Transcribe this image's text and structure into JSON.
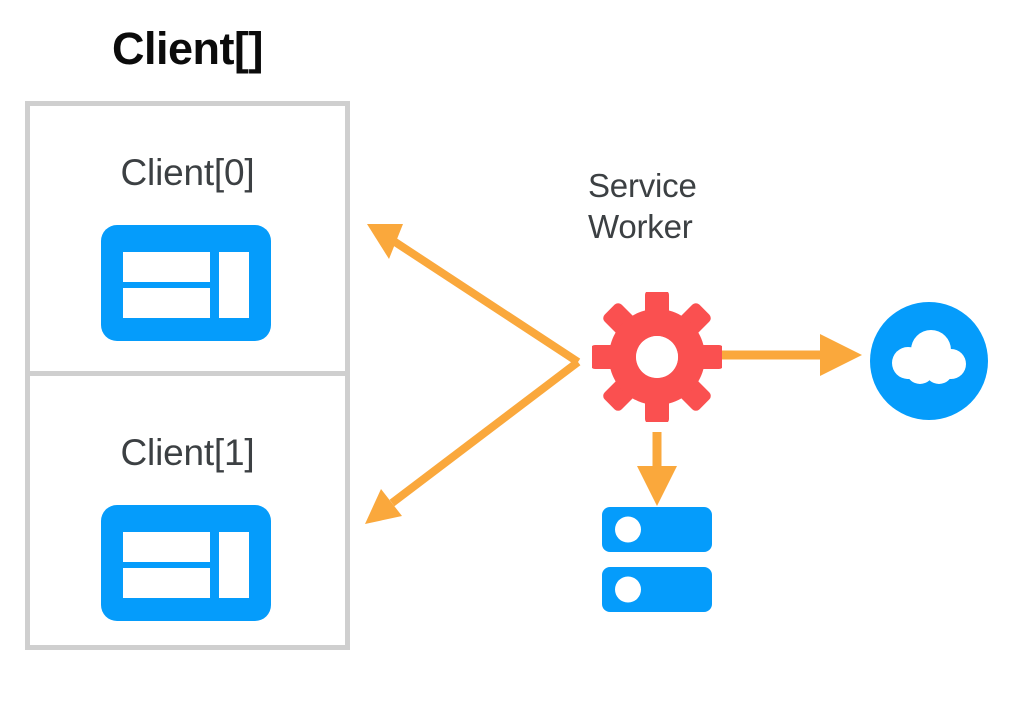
{
  "diagram": {
    "title": "Client[] / Service Worker architecture",
    "background": "#ffffff"
  },
  "colors": {
    "blue": "#059cfb",
    "red": "#fa5050",
    "orange": "#faa83c",
    "box_border": "#cfcfcf",
    "text_dark": "#3c4043",
    "text_black": "#0b0b0b",
    "white": "#ffffff"
  },
  "clients_group": {
    "title": "Client[]",
    "items": [
      {
        "label": "Client[0]",
        "icon": "browser-window-icon"
      },
      {
        "label": "Client[1]",
        "icon": "browser-window-icon"
      }
    ]
  },
  "service_worker": {
    "label_line1": "Service",
    "label_line2": "Worker",
    "icon": "gear-icon"
  },
  "targets": {
    "cloud": {
      "icon": "cloud-icon",
      "label": ""
    },
    "storage": {
      "icon": "database-server-icon",
      "label": ""
    }
  },
  "arrows": [
    {
      "name": "arrow-sw-to-client0",
      "from": "service-worker",
      "to": "client-0",
      "direction": "up-left",
      "color": "#faa83c"
    },
    {
      "name": "arrow-sw-to-client1",
      "from": "service-worker",
      "to": "client-1",
      "direction": "down-left",
      "color": "#faa83c"
    },
    {
      "name": "arrow-sw-to-cloud",
      "from": "service-worker",
      "to": "cloud",
      "direction": "right",
      "color": "#faa83c"
    },
    {
      "name": "arrow-sw-to-storage",
      "from": "service-worker",
      "to": "storage",
      "direction": "down",
      "color": "#faa83c"
    }
  ]
}
